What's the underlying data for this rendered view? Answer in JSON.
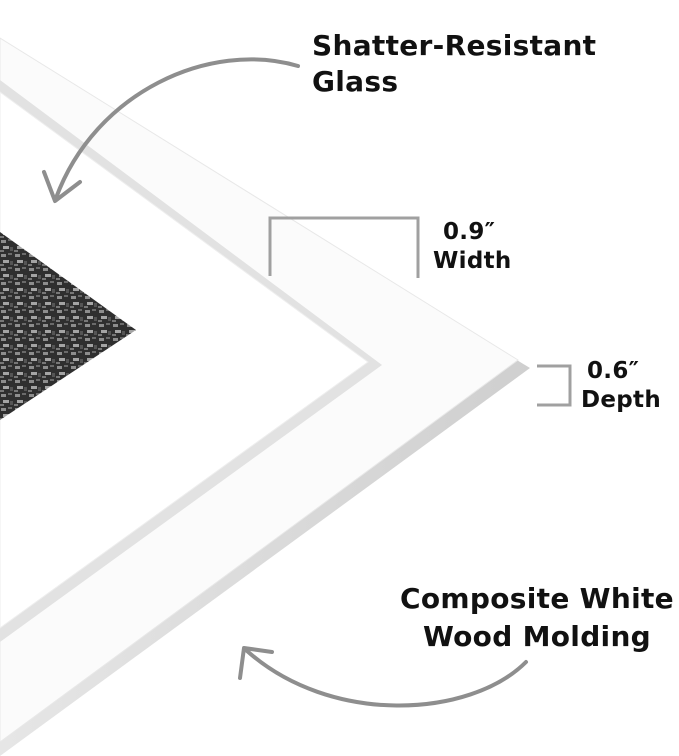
{
  "labels": {
    "glass": {
      "line1": "Shatter-Resistant",
      "line2": "Glass"
    },
    "width": {
      "value": "0.9″",
      "name": "Width"
    },
    "depth": {
      "value": "0.6″",
      "name": "Depth"
    },
    "molding": {
      "line1": "Composite White",
      "line2": "Wood Molding"
    }
  },
  "colors": {
    "frame_face": "#fdfdfd",
    "frame_edge": "#e4e4e4",
    "frame_outer_edge": "#d6d6d6",
    "mat": "#ffffff",
    "photo_dark": "#2b2b2b",
    "photo_light": "#8a8a8a",
    "arrow": "#8e8e8e",
    "bracket": "#a0a0a0",
    "text": "#111111"
  }
}
